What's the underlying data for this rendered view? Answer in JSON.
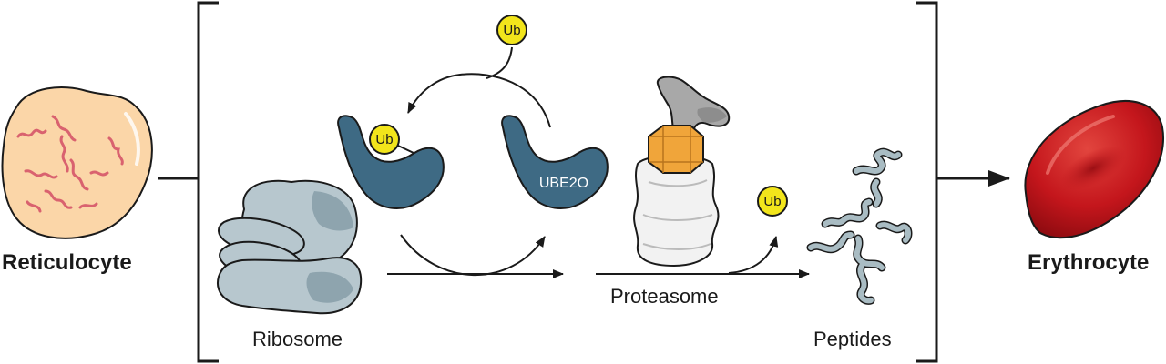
{
  "labels": {
    "reticulocyte": "Reticulocyte",
    "erythrocyte": "Erythrocyte",
    "ribosome": "Ribosome",
    "proteasome": "Proteasome",
    "peptides": "Peptides",
    "ube2o": "UBE2O",
    "ub": "Ub"
  },
  "colors": {
    "line": "#1a1a1a",
    "reticulocyte_fill": "#fbd6a8",
    "reticulocyte_strands": "#d9626f",
    "ribosome": "#b7c7ce",
    "ribosome_dark": "#8ea4ae",
    "ube2o": "#3e6a84",
    "ub": "#f2e51b",
    "proteasome_core": "#f0a53a",
    "proteasome_cap": "#a8a8a8",
    "proteasome_bag": "#f2f2f2",
    "peptides": "#a9bcc3",
    "erythrocyte": "#c4161c"
  }
}
